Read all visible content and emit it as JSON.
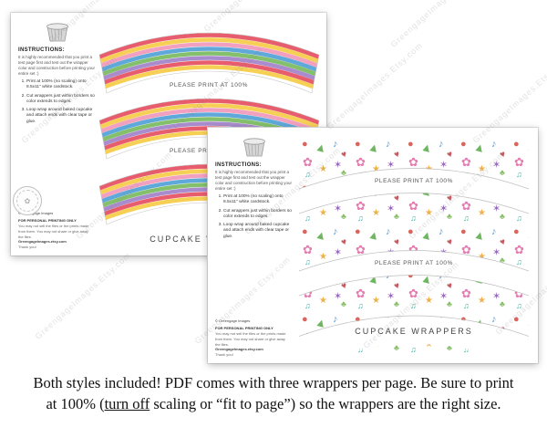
{
  "watermark": {
    "text": "GreengageImages.Etsy.com"
  },
  "labels": {
    "print_at_100": "PLEASE PRINT AT 100%",
    "page_title": "CUPCAKE WRAPPERS"
  },
  "instructions": {
    "title": "INSTRUCTIONS:",
    "intro": "It is highly recommended that you print a test page first and test out the wrapper color and construction before printing your entire set :)",
    "steps": [
      "Print at 100% (no scaling) onto 8.5x11\" white cardstock.",
      "Cut wrappers just within borders so color extends to edges.",
      "Loop wrap around baked cupcake and attach ends with clear tape or glue."
    ],
    "copyright": "© Greengage Images",
    "personal_title": "FOR PERSONAL PRINTING ONLY",
    "personal_body": "You may not sell the files or the prints made from them. You may not share or give away the files.",
    "site": "GreengageImages.etsy.com",
    "thanks": "Thank you!"
  },
  "caption": {
    "line1": "Both styles included! PDF comes with three wrappers per page. Be sure to print",
    "line2_pre": "at 100% (",
    "line2_underlined": "turn off",
    "line2_post": " scaling or “fit to page”) so the wrappers are the right size."
  },
  "palette": {
    "rainbow_stripes": [
      "#e85d6d",
      "#f6cf55",
      "#f2a0bf",
      "#5fa8da",
      "#84c06c",
      "#a98ccd"
    ],
    "fiesta_accents": [
      "#d9534a",
      "#5fae4e",
      "#4a90d9",
      "#e06fa7",
      "#f0a832",
      "#8e5bb5",
      "#3aa6a0"
    ]
  }
}
